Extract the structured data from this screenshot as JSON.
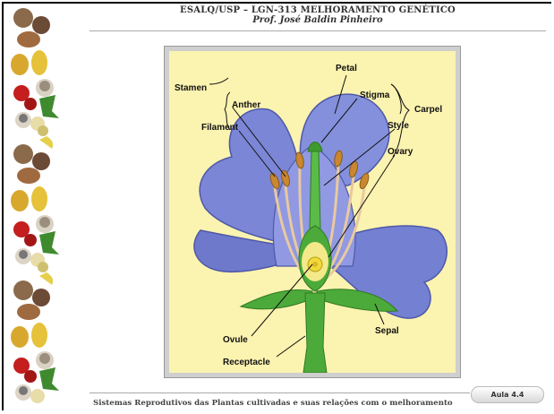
{
  "header": {
    "institution_line": "ESALQ/USP – LGN-313 MELHORAMENTO GENÉTICO",
    "professor_line": "Prof. José Baldin Pinheiro"
  },
  "figure": {
    "labels": {
      "petal": "Petal",
      "stamen": "Stamen",
      "anther": "Anther",
      "filament": "Filament",
      "stigma": "Stigma",
      "carpel": "Carpel",
      "style": "Style",
      "ovary": "Ovary",
      "sepal": "Sepal",
      "ovule": "Ovule",
      "receptacle": "Receptacle"
    },
    "colors": {
      "background": "#fbf3b0",
      "petal": "#7c86d6",
      "stem": "#4caa3a",
      "filament": "#e9c9a0",
      "anther": "#c9872f"
    }
  },
  "badge": {
    "label": "Aula 4.4"
  },
  "footer": {
    "text": "Sistemas Reprodutivos das Plantas cultivadas e suas relações com o melhoramento"
  }
}
